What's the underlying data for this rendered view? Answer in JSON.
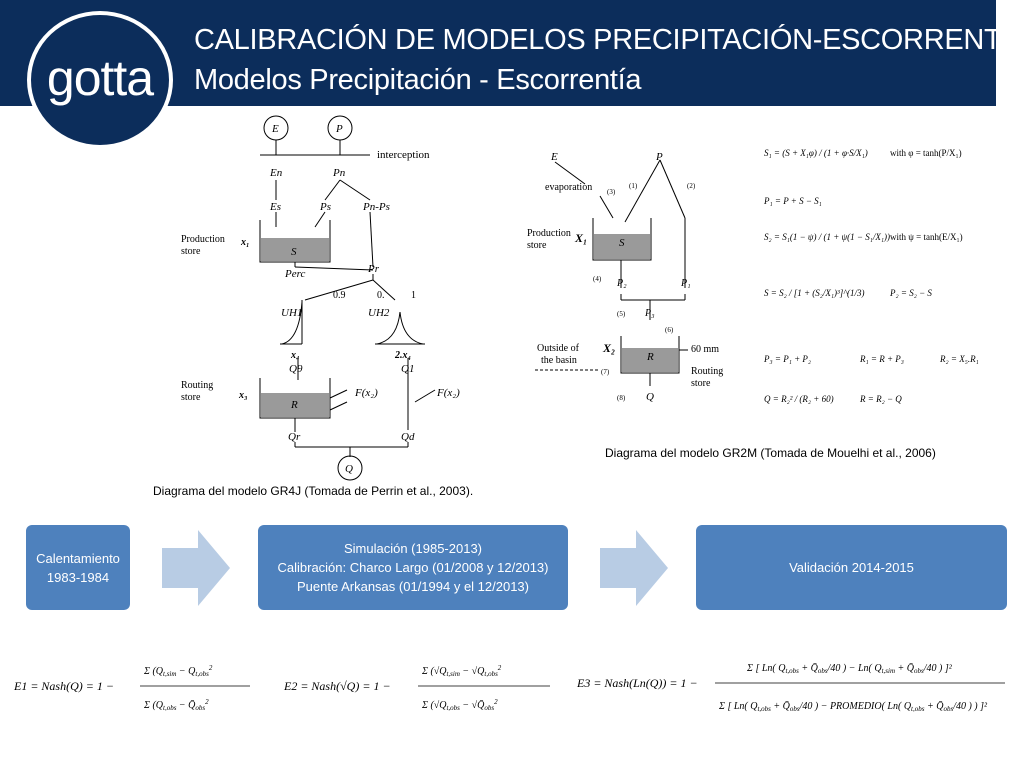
{
  "header": {
    "logo_text": "gotta",
    "title_line1": "CALIBRACIÓN DE MODELOS PRECIPITACIÓN-ESCORRENTÍA",
    "title_line2": "Modelos Precipitación - Escorrentía"
  },
  "gr4j": {
    "caption": "Diagrama del modelo GR4J (Tomada de Perrin et al., 2003).",
    "labels": {
      "E": "E",
      "P": "P",
      "interception": "interception",
      "En": "En",
      "Pn": "Pn",
      "Es": "Es",
      "Ps": "Ps",
      "PnPs": "Pn-Ps",
      "production_store_1": "Production",
      "production_store_2": "store",
      "x1": "x₁",
      "S": "S",
      "Perc": "Perc",
      "Pr": "Pr",
      "split_09": "0.9",
      "split_01": "0.",
      "split_1": "1",
      "UH1": "UH1",
      "UH2": "UH2",
      "x4": "x₄",
      "x4b": "2.x₄",
      "Q9": "Q9",
      "Q1": "Q1",
      "routing_store_1": "Routing",
      "routing_store_2": "store",
      "x3": "x₃",
      "R": "R",
      "Fx2a": "F(x₂)",
      "Fx2b": "F(x₂)",
      "Qr": "Qr",
      "Qd": "Qd",
      "Q": "Q"
    }
  },
  "gr2m": {
    "caption": "Diagrama del modelo GR2M (Tomada de Mouelhi et al., 2006)",
    "labels": {
      "E": "E",
      "P": "P",
      "evaporation": "evaporation",
      "n1": "(1)",
      "n2": "(2)",
      "n3": "(3)",
      "n4": "(4)",
      "n5": "(5)",
      "n6": "(6)",
      "n7": "(7)",
      "n8": "(8)",
      "production_1": "Production",
      "production_2": "store",
      "X1": "X₁",
      "S": "S",
      "P2": "P₂",
      "P1": "P₁",
      "P3": "P₃",
      "outside_1": "Outside of",
      "outside_2": "the basin",
      "X2": "X₂",
      "R": "R",
      "mm60": "60 mm",
      "routing_1": "Routing",
      "routing_2": "store",
      "Q": "Q"
    },
    "equations": [
      "S₁ = (S + X₁φ) / (1 + φ·S/X₁)",
      "with  φ = tanh(P/X₁)",
      "P₁ = P + S − S₁",
      "S₂ = S₁(1 − ψ) / (1 + ψ(1 − S₁/X₁))",
      "with  ψ = tanh(E/X₁)",
      "S = S₂ / [1 + (S₂/X₁)³]^(1/3)",
      "P₂ = S₂ − S",
      "P₃ = P₁ + P₂",
      "R₁ = R + P₃",
      "R₂ = X₅.R₁",
      "Q = R₂² / (R₂ + 60)",
      "R = R₂ − Q"
    ]
  },
  "workflow": {
    "warmup_line1": "Calentamiento",
    "warmup_line2": "1983-1984",
    "sim_line1": "Simulación (1985-2013)",
    "sim_line2": "Calibración: Charco Largo (01/2008 y 12/2013)",
    "sim_line3": "Puente Arkansas (01/1994 y el 12/2013)",
    "validation": "Validación 2014-2015"
  },
  "formulas": {
    "E1": "E1 = Nash(Q) = 1 − Σ(Q_t,sim − Q_t,obs)² / Σ(Q_t,obs − Q̄_obs)²",
    "E2": "E2 = Nash(√Q) = 1 − Σ(√Q_t,sim − √Q_t,obs)² / Σ(√Q_t,obs − √Q̄_obs)²",
    "E3": "E3 = Nash(Ln(Q)) = 1 − Σ[Ln(Q_t,obs + Q̄_obs/40) − Ln(Q_t,sim + Q̄_obs/40)]² / Σ[Ln(Q_t,obs + Q̄_obs/40) − PROMEDIO(Ln(Q_t,obs + Q̄_obs/40))]²"
  }
}
